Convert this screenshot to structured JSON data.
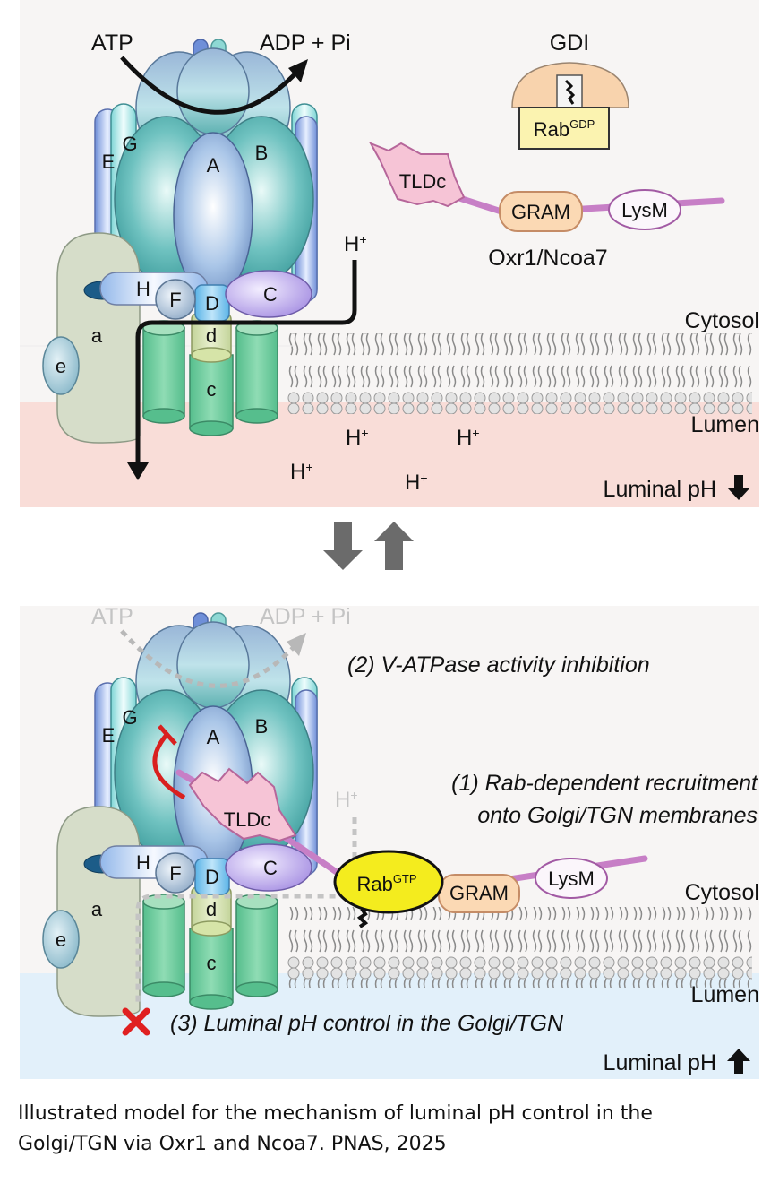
{
  "top_panel": {
    "atp": "ATP",
    "adp_pi": "ADP + Pi",
    "gdi": "GDI",
    "rab_base": "Rab",
    "rab_sup": "GDP",
    "tldc": "TLDc",
    "gram": "GRAM",
    "lysm": "LysM",
    "protein_name": "Oxr1/Ncoa7",
    "h_plus": "H",
    "plus": "+",
    "cytosol": "Cytosol",
    "lumen": "Lumen",
    "luminal_ph": "Luminal pH",
    "subunits": {
      "A": "A",
      "B": "B",
      "C": "C",
      "D": "D",
      "E": "E",
      "F": "F",
      "G": "G",
      "H": "H",
      "a": "a",
      "c": "c",
      "d": "d",
      "e": "e"
    }
  },
  "bottom_panel": {
    "atp": "ATP",
    "adp_pi": "ADP + Pi",
    "step2": "(2) V-ATPase activity inhibition",
    "step1_line1": "(1) Rab-dependent recruitment",
    "step1_line2": "onto Golgi/TGN membranes",
    "step3": "(3) Luminal pH control in the Golgi/TGN",
    "rab_base": "Rab",
    "rab_sup": "GTP",
    "tldc": "TLDc",
    "gram": "GRAM",
    "lysm": "LysM",
    "h_plus": "H",
    "plus": "+",
    "cytosol": "Cytosol",
    "lumen": "Lumen",
    "luminal_ph": "Luminal pH",
    "subunits": {
      "A": "A",
      "B": "B",
      "C": "C",
      "D": "D",
      "E": "E",
      "F": "F",
      "G": "G",
      "H": "H",
      "a": "a",
      "c": "c",
      "d": "d",
      "e": "e"
    }
  },
  "caption": {
    "line1": "Illustrated model for the mechanism of luminal pH control in the",
    "line2": "Golgi/TGN via Oxr1 and Ncoa7. PNAS, 2025"
  },
  "colors": {
    "top_lumen": "#f9ddd8",
    "bottom_lumen": "#e2f0fa",
    "panel_bg": "#f7f5f4",
    "rab_gdp": "#fbf3b0",
    "rab_gtp": "#f4ec1e",
    "tldc": "#f6c4d6",
    "gram": "#fbd9b4",
    "linker": "#c77fc6",
    "inhibit": "#d9201f",
    "cross": "#e02020"
  }
}
